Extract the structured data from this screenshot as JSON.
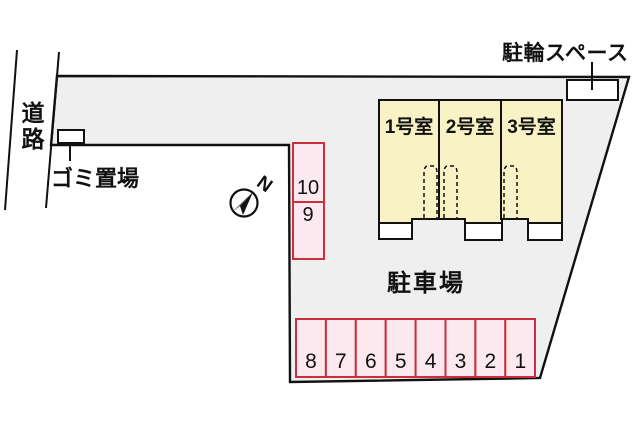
{
  "plan": {
    "road_label": "道路",
    "garbage_label": "ゴミ置場",
    "bicycle_label": "駐輪スペース",
    "parking_lot_label": "駐車場",
    "compass_north_label": "N",
    "rooms": [
      {
        "label": "1号室"
      },
      {
        "label": "2号室"
      },
      {
        "label": "3号室"
      }
    ],
    "side_spaces": [
      "10",
      "9"
    ],
    "bottom_spaces": [
      "8",
      "7",
      "6",
      "5",
      "4",
      "3",
      "2",
      "1"
    ],
    "colors": {
      "site_fill": "#efefef",
      "building_fill": "#f8f2c4",
      "space_fill": "#fce9ef",
      "space_border": "#c9303c",
      "line_color": "#111111"
    }
  }
}
